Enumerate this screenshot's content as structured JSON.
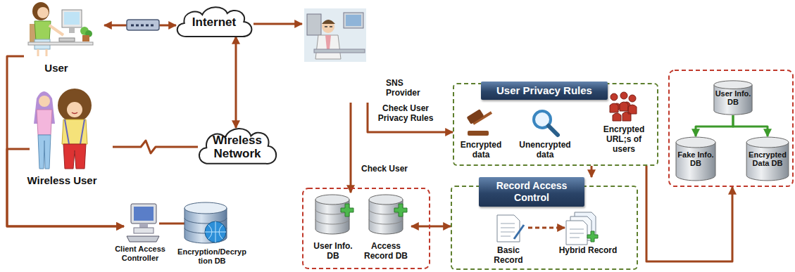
{
  "diagram": {
    "nodes": [
      {
        "text": [
          "User"
        ]
      },
      {
        "text": [
          "Internet"
        ]
      },
      {
        "text": [
          "SNS Provider"
        ]
      },
      {
        "text": [
          "Wireless Network"
        ]
      },
      {
        "text": [
          "Wireless User"
        ]
      },
      {
        "text": [
          "Client Access Controller"
        ]
      },
      {
        "text": [
          "Encryption/Decryption DB"
        ]
      },
      {
        "text": [
          "User Privacy Rules"
        ]
      },
      {
        "text": [
          "Encrypted data"
        ],
        "in": 7
      },
      {
        "text": [
          "Unencrypted data"
        ],
        "in": 7
      },
      {
        "text": [
          "Encrypted URL;s of users"
        ],
        "in": 7
      },
      {
        "text": [
          "User Info. DB"
        ]
      },
      {
        "text": [
          "Access Record DB"
        ]
      },
      {
        "text": [
          "Record Access Control"
        ]
      },
      {
        "text": [
          "Basic Record"
        ],
        "in": 13
      },
      {
        "text": [
          "Hybrid Record"
        ],
        "in": 13
      },
      {
        "text": [
          "User Info. DB"
        ]
      },
      {
        "text": [
          "Fake Info. DB"
        ]
      },
      {
        "text": [
          "Encrypted Data DB"
        ]
      }
    ],
    "edges": [
      {
        "from": 0,
        "to": 1,
        "arrow": "both"
      },
      {
        "from": 1,
        "to": 3,
        "arrow": "both"
      },
      {
        "from": 4,
        "to": 3,
        "arrow": "none"
      },
      {
        "from": 1,
        "to": 2,
        "arrow": "to"
      },
      {
        "from": 0,
        "to": 5,
        "arrow": "to"
      },
      {
        "from": 4,
        "to": 5,
        "arrow": "to"
      },
      {
        "from": 5,
        "to": 6,
        "arrow": "none"
      },
      {
        "from": 2,
        "to": 7,
        "label": "Check User Privacy Rules",
        "arrow": "to"
      },
      {
        "from": 2,
        "to": 11,
        "label": "Check User",
        "arrow": "to"
      },
      {
        "from": 12,
        "to": 13,
        "arrow": "both"
      },
      {
        "from": 7,
        "to": 13,
        "arrow": "to"
      },
      {
        "from": 7,
        "to": 16,
        "arrow": "to"
      },
      {
        "from": 14,
        "to": 15,
        "arrow": "to"
      },
      {
        "from": 16,
        "to": 17,
        "arrow": "to"
      },
      {
        "from": 16,
        "to": 18,
        "arrow": "to"
      }
    ]
  }
}
